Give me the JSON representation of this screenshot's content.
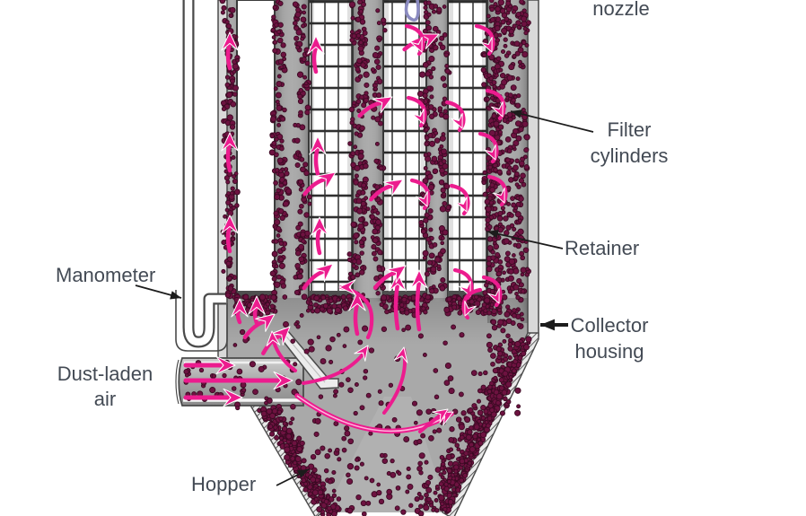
{
  "figure": {
    "type": "pulse-jet-dust-collector-cutaway-diagram",
    "labels": {
      "nozzle": "nozzle",
      "filter_cylinders": {
        "line1": "Filter",
        "line2": "cylinders"
      },
      "retainer": "Retainer",
      "collector_housing": {
        "line1": "Collector",
        "line2": "housing"
      },
      "manometer": "Manometer",
      "dust_laden_air": {
        "line1": "Dust-laden",
        "line2": "air"
      },
      "hopper": "Hopper"
    },
    "colors": {
      "label_text": "#434A54",
      "leader_arrow": "#1C1C1C",
      "airflow_pink": "#EC1C8E",
      "airflow_pink_light": "#FFB3DC",
      "dust_maroon": "#6D1240",
      "dust_maroon_dark": "#3B0A23",
      "housing_grey": "#A9A9A9",
      "wall_grey": "#D9D9D9",
      "outline_grey": "#4A4A4A",
      "nozzle_blue": "#8B8BC0"
    }
  }
}
